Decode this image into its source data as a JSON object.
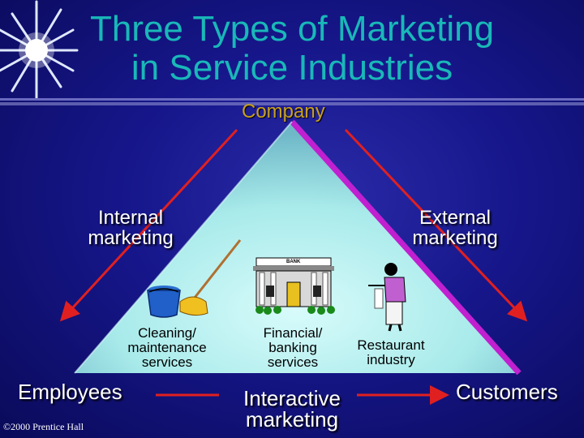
{
  "title": {
    "line1": "Three Types of Marketing",
    "line2": "in Service Industries"
  },
  "labels": {
    "company": "Company",
    "internal_1": "Internal",
    "internal_2": "marketing",
    "external_1": "External",
    "external_2": "marketing",
    "employees": "Employees",
    "customers": "Customers",
    "interactive_1": "Interactive",
    "interactive_2": "marketing"
  },
  "examples": {
    "cleaning": [
      "Cleaning/",
      "maintenance",
      "services"
    ],
    "financial": [
      "Financial/",
      "banking",
      "services"
    ],
    "restaurant": [
      "Restaurant",
      "industry"
    ]
  },
  "bank_sign": "BANK",
  "copyright": "©2000 Prentice Hall",
  "colors": {
    "title": "#19b8b8",
    "company": "#c8a020",
    "arrow": "#e02020",
    "triangle_fill": "#b8f0f0",
    "triangle_edge": "#c020d0"
  }
}
